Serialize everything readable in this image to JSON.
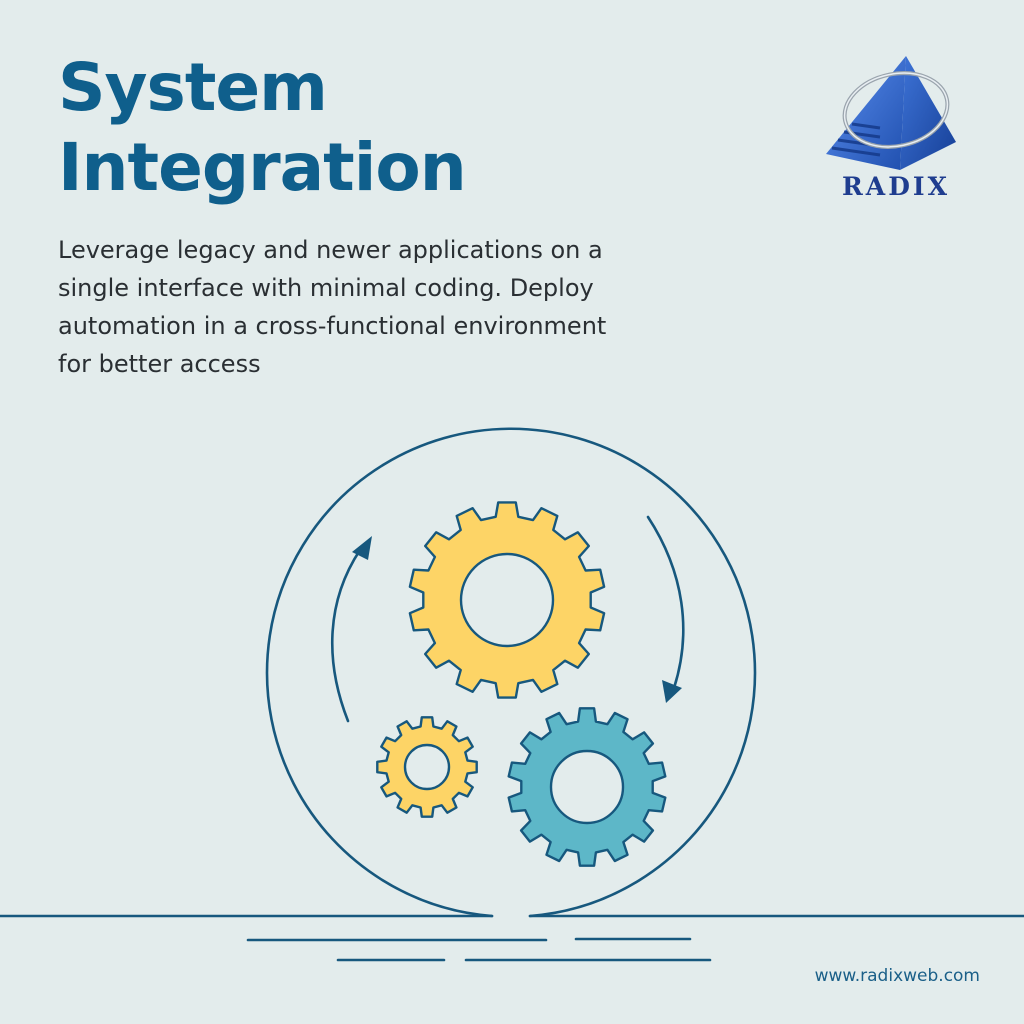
{
  "title": {
    "line1": "System",
    "line2": "Integration"
  },
  "description": {
    "line1": "Leverage legacy and newer applications on a",
    "line2": "single interface with minimal coding. Deploy",
    "line3": "automation in a cross-functional environment",
    "line4": "for better access"
  },
  "logo": {
    "text": "RADIX",
    "icon": "pyramid-logo-icon"
  },
  "illustration": {
    "icons": [
      "large-yellow-gear-icon",
      "small-yellow-gear-icon",
      "blue-gear-icon",
      "rotation-arrow-icon"
    ]
  },
  "footer": {
    "website": "www.radixweb.com"
  },
  "colors": {
    "background": "#e3ecec",
    "title": "#0f5f8c",
    "body_text": "#2a2f33",
    "line_art": "#17587e",
    "gear_yellow": "#fdd466",
    "gear_blue": "#5db7c8",
    "logo_blue": "#2e63c7"
  }
}
